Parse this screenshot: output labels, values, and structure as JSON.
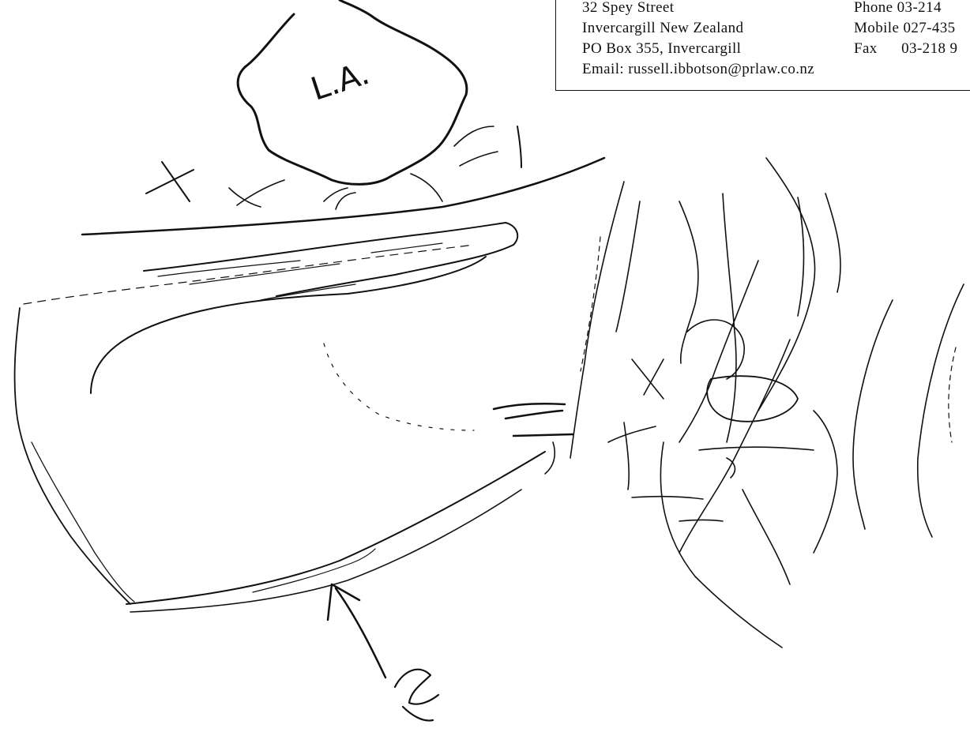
{
  "letterhead": {
    "address": {
      "street": "32 Spey Street",
      "city": "Invercargill New Zealand",
      "po_box": "PO Box 355, Invercargill",
      "email": "Email: russell.ibbotson@prlaw.co.nz"
    },
    "contacts": [
      {
        "label": "Phone",
        "value": "03-214"
      },
      {
        "label": "Mobile",
        "value": "027-435"
      },
      {
        "label": "Fax",
        "value": "03-218 9"
      }
    ]
  },
  "sketch": {
    "annotation_label": "L.A."
  }
}
